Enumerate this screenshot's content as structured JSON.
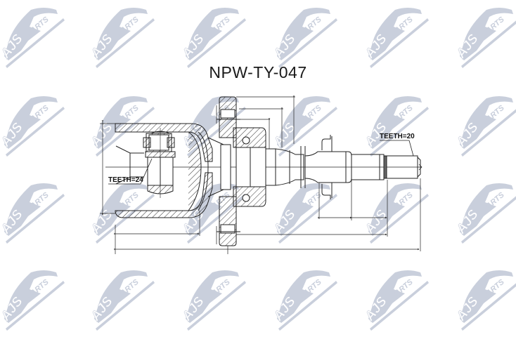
{
  "title": "NPW-TY-047",
  "watermark": {
    "brand": "AJS",
    "sub": "PARTS",
    "color": "#c9cfdc",
    "columns_x": [
      0,
      128,
      258,
      388,
      518,
      648
    ],
    "rows_y": [
      -2,
      124,
      248,
      372
    ]
  },
  "labels": {
    "inner_teeth": "TEETH=24",
    "outer_teeth": "TEETH=20"
  },
  "colors": {
    "line": "#222222",
    "hatch": "#333333",
    "background": "#ffffff"
  }
}
